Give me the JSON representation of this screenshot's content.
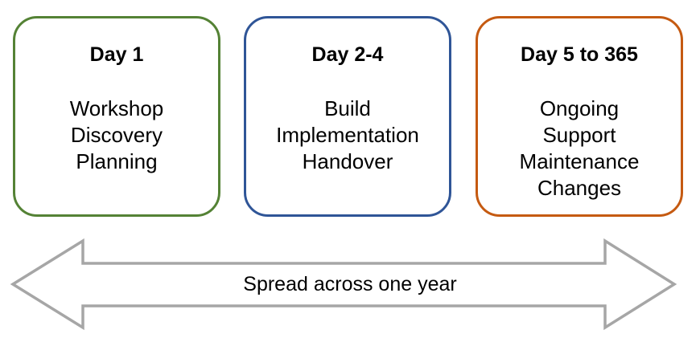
{
  "colors": {
    "phase_1_border": "#548235",
    "phase_2_border": "#2F5597",
    "phase_3_border": "#C55A11",
    "arrow_outline": "#A6A6A6"
  },
  "phases": [
    {
      "title": "Day 1",
      "items": [
        "Workshop",
        "Discovery",
        "Planning"
      ]
    },
    {
      "title": "Day 2-4",
      "items": [
        "Build",
        "Implementation",
        "Handover"
      ]
    },
    {
      "title": "Day 5 to 365",
      "items": [
        "Ongoing",
        "Support",
        "Maintenance",
        "Changes"
      ]
    }
  ],
  "timeline": {
    "label": "Spread across one year"
  }
}
